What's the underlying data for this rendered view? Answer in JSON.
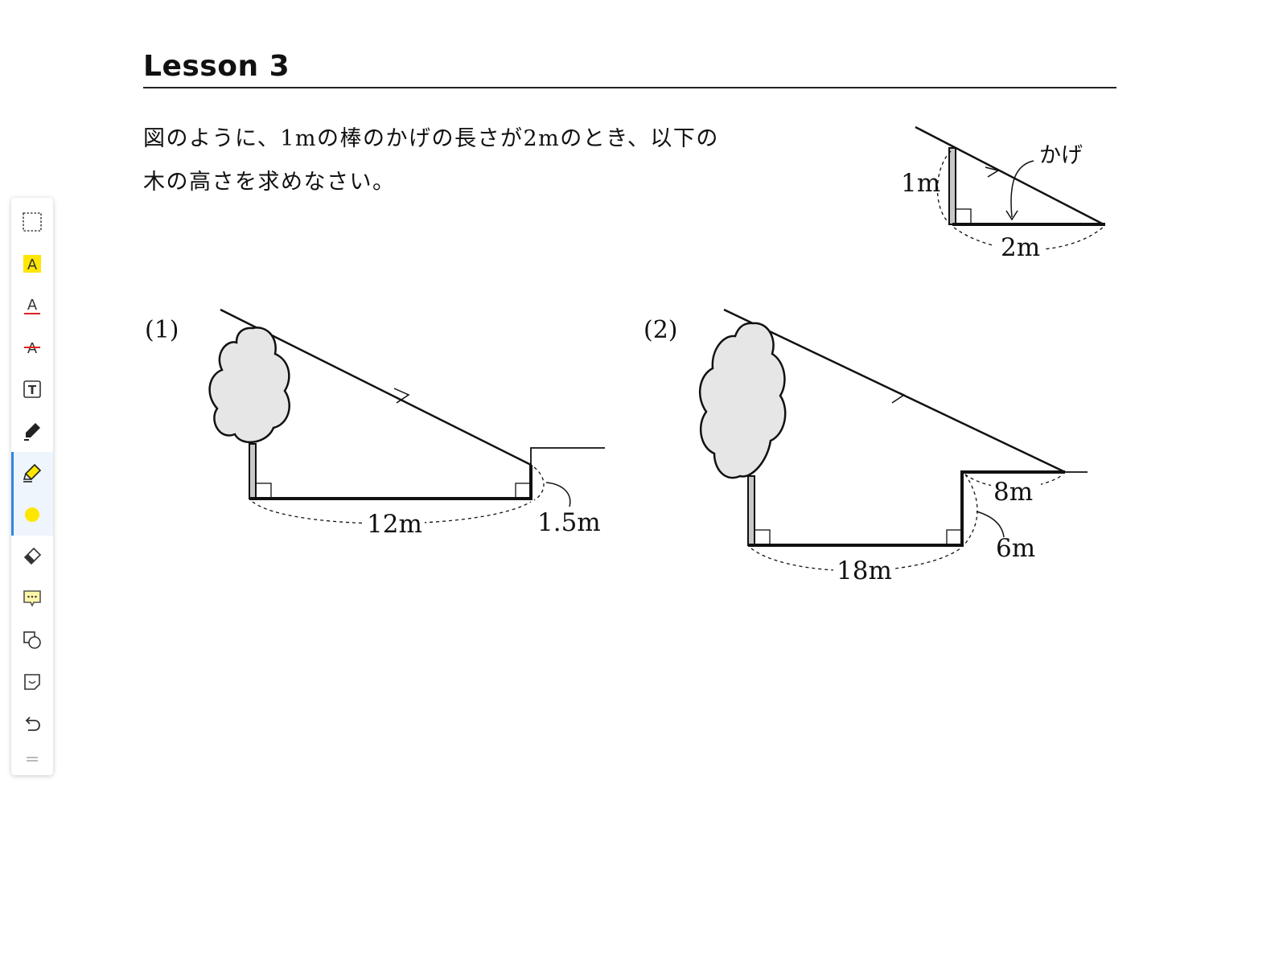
{
  "lesson": {
    "title": "Lesson 3"
  },
  "question": {
    "line1": "図のように、1mの棒のかげの長さが2mのとき、以下の",
    "line2": "木の高さを求めなさい。"
  },
  "example": {
    "pole_label": "1m",
    "shadow_label": "2m",
    "kage_label": "かげ"
  },
  "problem1": {
    "number": "(1)",
    "ground_label": "12m",
    "step_label": "1.5m"
  },
  "problem2": {
    "number": "(2)",
    "ground_label": "18m",
    "wall_label": "6m",
    "top_label": "8m"
  },
  "toolbar": {
    "active_tool": "highlighter",
    "pen_color": "#ffe600",
    "tools": [
      "selection-icon",
      "highlight-text-icon",
      "underline-text-icon",
      "strikethrough-text-icon",
      "text-box-icon",
      "pen-icon",
      "highlighter-icon",
      "color-dot-icon",
      "eraser-icon",
      "comment-icon",
      "shapes-icon",
      "sticky-note-icon",
      "undo-icon",
      "drag-handle-icon"
    ]
  }
}
